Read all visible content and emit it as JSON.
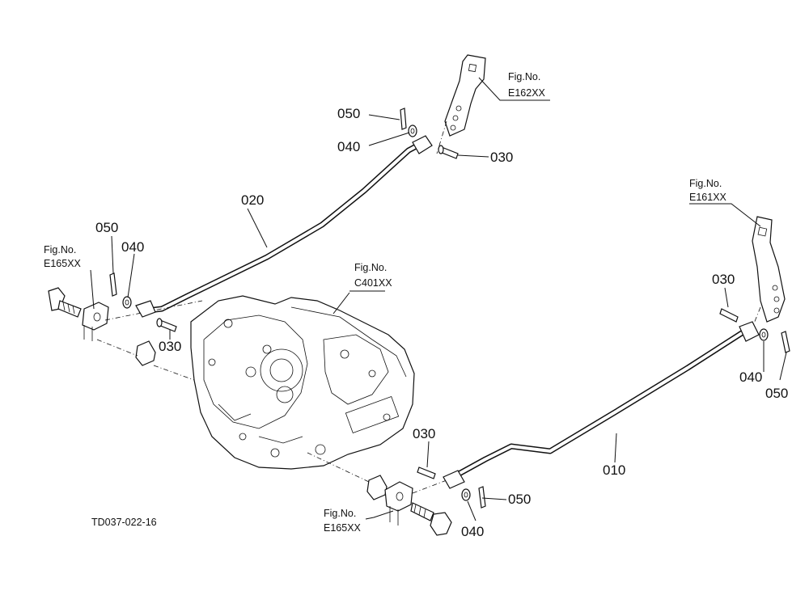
{
  "diagram_id": "TD037-022-16",
  "labels": {
    "rod_020": "020",
    "rod_010": "010",
    "top": {
      "pin_050": "050",
      "washer_040": "040",
      "pin_030": "030"
    },
    "left": {
      "pin_050": "050",
      "washer_040": "040",
      "pin_030": "030"
    },
    "right": {
      "pin_030": "030",
      "washer_040": "040",
      "pin_050": "050"
    },
    "bottom": {
      "pin_030": "030",
      "pin_050": "050",
      "washer_040": "040"
    }
  },
  "figure_refs": {
    "e162": {
      "line1": "Fig.No.",
      "line2": "E162XX"
    },
    "e161": {
      "line1": "Fig.No.",
      "line2": "E161XX"
    },
    "e165_left": {
      "line1": "Fig.No.",
      "line2": "E165XX"
    },
    "c401": {
      "line1": "Fig.No.",
      "line2": "C401XX"
    },
    "e165_bottom": {
      "line1": "Fig.No.",
      "line2": "E165XX"
    }
  }
}
